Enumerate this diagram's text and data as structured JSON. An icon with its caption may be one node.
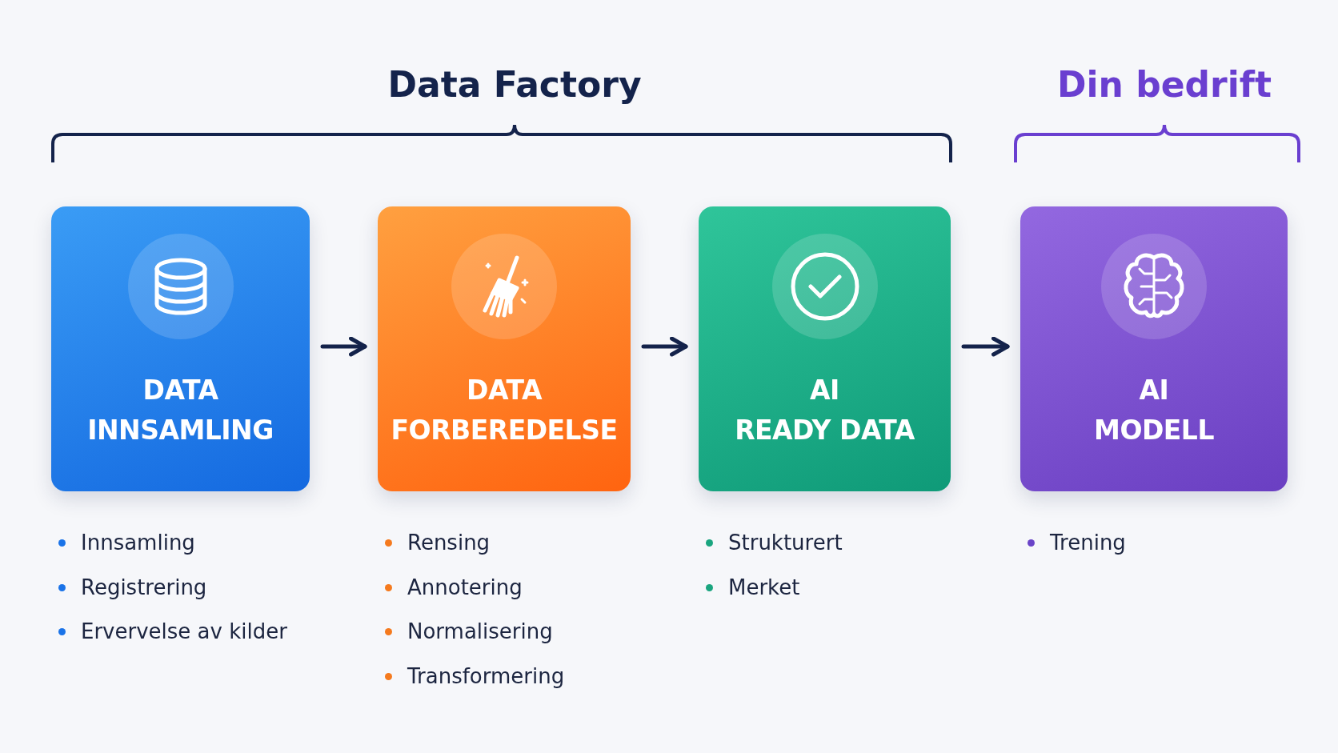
{
  "diagram": {
    "nodes": [
      {
        "text": [
          "DATA INNSAMLING"
        ],
        "beside": [
          "Innsamling",
          "Registrering",
          "Ervervelse av kilder"
        ]
      },
      {
        "text": [
          "DATA FORBEREDELSE"
        ],
        "beside": [
          "Rensing",
          "Annotering",
          "Normalisering",
          "Transformering"
        ]
      },
      {
        "text": [
          "AI READY DATA"
        ],
        "beside": [
          "Strukturert",
          "Merket"
        ]
      },
      {
        "text": [
          "AI MODELL"
        ],
        "beside": [
          "Trening"
        ]
      }
    ],
    "edges": [
      {
        "from": 0,
        "to": 1,
        "arrow": "to"
      },
      {
        "from": 1,
        "to": 2,
        "arrow": "to"
      },
      {
        "from": 2,
        "to": 3,
        "arrow": "to"
      }
    ],
    "labels": [
      "Data Factory",
      "Din bedrift"
    ]
  }
}
